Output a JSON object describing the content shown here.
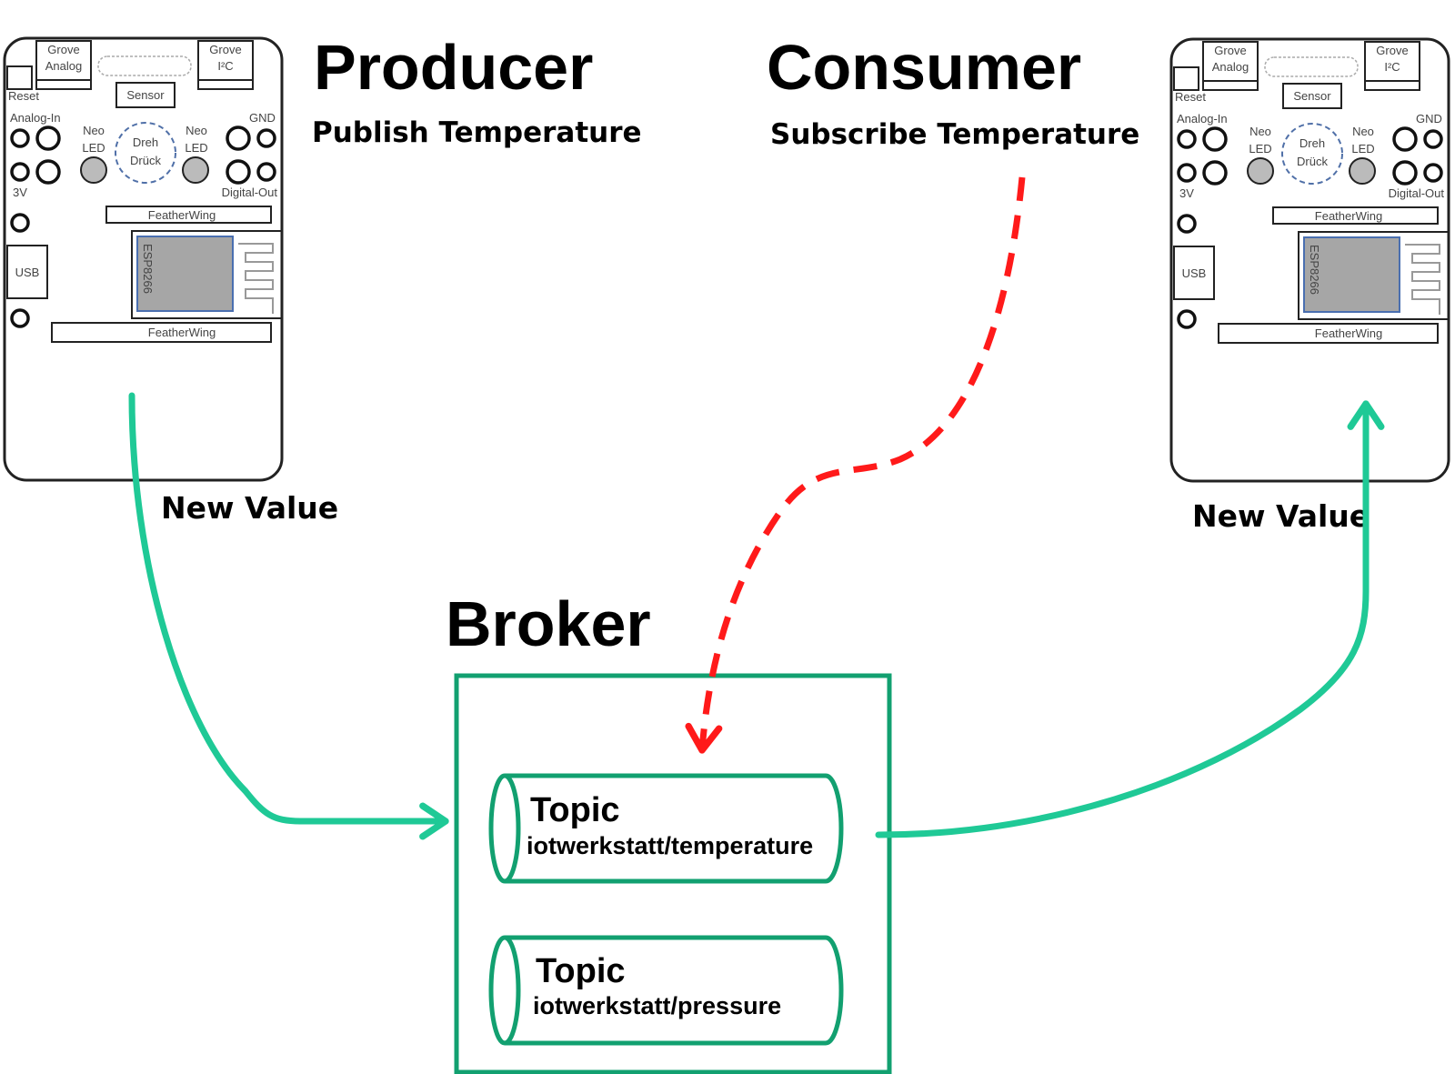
{
  "producer": {
    "title": "Producer",
    "subtitle": "Publish Temperature",
    "arrow_label": "New Value"
  },
  "consumer": {
    "title": "Consumer",
    "subtitle": "Subscribe Temperature",
    "arrow_label": "New Value"
  },
  "broker": {
    "title": "Broker",
    "topics": [
      {
        "label": "Topic",
        "name": "iotwerkstatt/temperature"
      },
      {
        "label": "Topic",
        "name": "iotwerkstatt/pressure"
      }
    ]
  },
  "board": {
    "grove_analog": [
      "Grove",
      "Analog"
    ],
    "grove_i2c": [
      "Grove",
      "I²C"
    ],
    "reset": "Reset",
    "sensor": "Sensor",
    "analog_in": "Analog-In",
    "gnd": "GND",
    "neo_led": [
      "Neo",
      "LED"
    ],
    "dreh_druck": [
      "Dreh",
      "Drück"
    ],
    "v3": "3V",
    "digital_out": "Digital-Out",
    "featherwing": "FeatherWing",
    "usb": "USB",
    "module": "ESP8266"
  },
  "colors": {
    "flow": "#1fc996",
    "subscribe": "#ff1a1a",
    "broker": "#12a070",
    "board_stroke": "#222222",
    "chip": "#a6a6a6",
    "chip_border": "#4a6fb0"
  }
}
